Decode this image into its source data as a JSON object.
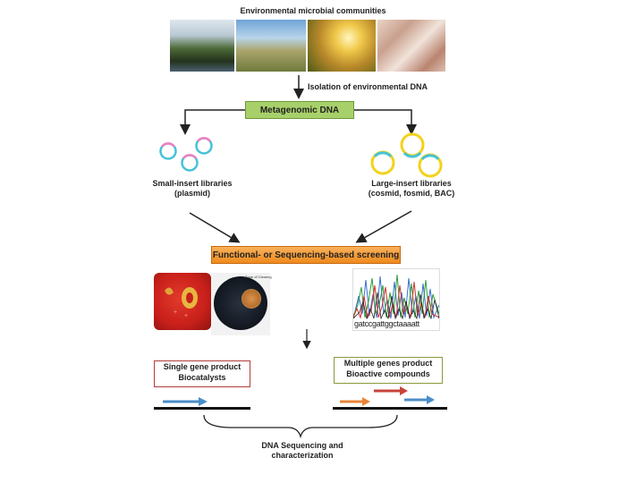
{
  "title": "Environmental microbial communities",
  "step_isolation": "Isolation of environmental DNA",
  "metagenomic_dna": "Metagenomic DNA",
  "small_insert": {
    "line1": "Small-insert libraries",
    "line2": "(plasmid)"
  },
  "large_insert": {
    "line1": "Large-insert libraries",
    "line2": "(cosmid, fosmid, BAC)"
  },
  "screening": "Functional- or Sequencing-based screening",
  "zone_label": "Zone of Clearing",
  "sequence_text": "gatccgattggctaaaatt",
  "single_gene": {
    "line1": "Single gene product",
    "line2": "Biocatalysts"
  },
  "multiple_genes": {
    "line1": "Multiple genes product",
    "line2": "Bioactive compounds"
  },
  "final": {
    "line1": "DNA Sequencing and",
    "line2": "characterization"
  },
  "photos": [
    "river-landscape-photo",
    "mountain-valley-photo",
    "sunlit-forest-photo",
    "microbial-mat-photo"
  ],
  "colors": {
    "green_box": "#a8d06a",
    "orange_box": "#ef8a1e",
    "plasmid_small": "#ef7fc0",
    "plasmid_small_ring": "#45c3d8",
    "plasmid_large": "#f3d21a",
    "plasmid_large_ring": "#45c3d8",
    "arrow_blue": "#4a8ec8",
    "arrow_red": "#c8443a"
  }
}
